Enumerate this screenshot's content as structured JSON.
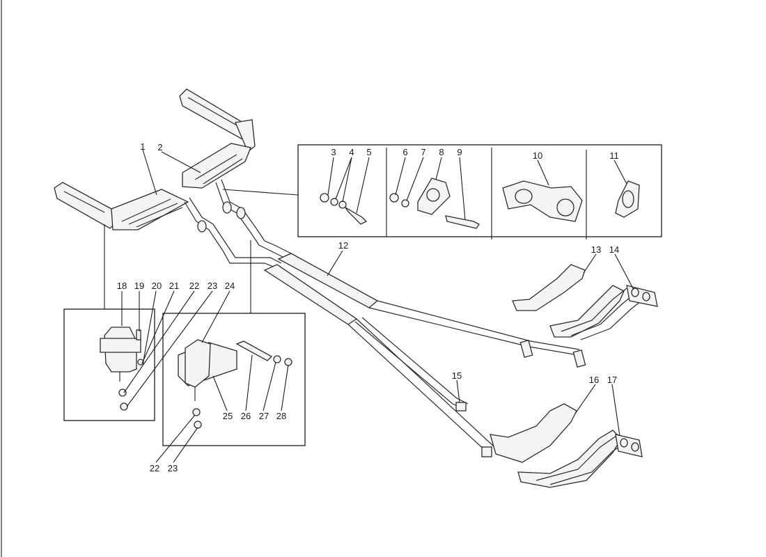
{
  "diagram": {
    "callouts": [
      "1",
      "2",
      "3",
      "4",
      "5",
      "6",
      "7",
      "8",
      "9",
      "10",
      "11",
      "12",
      "13",
      "14",
      "15",
      "16",
      "17",
      "18",
      "19",
      "20",
      "21",
      "22",
      "23",
      "24",
      "25",
      "26",
      "27",
      "28",
      "22",
      "23"
    ]
  },
  "colors": {
    "ink": "#1a1a1a",
    "paper": "#ffffff",
    "part_fill": "#f4f4f4"
  }
}
